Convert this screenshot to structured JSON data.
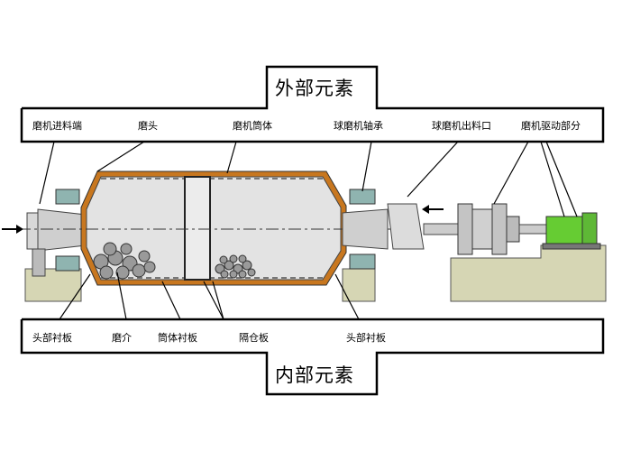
{
  "outer": {
    "title": "外部元素",
    "labels": [
      "磨机进料端",
      "磨头",
      "磨机筒体",
      "球磨机轴承",
      "球磨机出料口",
      "磨机驱动部分"
    ]
  },
  "inner": {
    "title": "内部元素",
    "labels": [
      "头部衬板",
      "磨介",
      "筒体衬板",
      "隔仓板",
      "头部衬板"
    ]
  },
  "colors": {
    "shell": "#e3e3e3",
    "lining": "#c8771f",
    "foundation": "#d6d6b4",
    "bearing": "#8fb4b0",
    "motor": "#66cc33"
  }
}
